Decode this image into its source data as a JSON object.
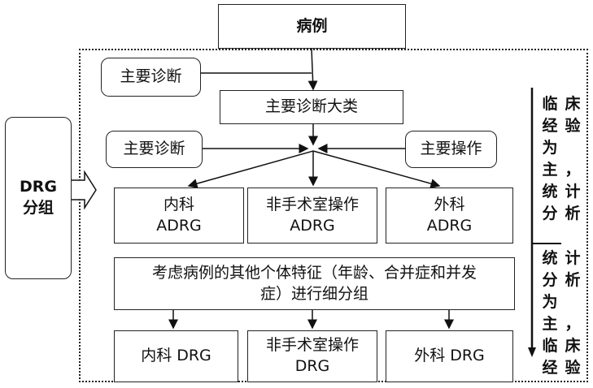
{
  "nodes": {
    "case": "病例",
    "drg_group": [
      "DRG",
      "分组"
    ],
    "main_diagnosis_top": "主要诊断",
    "mdc": "主要诊断大类",
    "main_diagnosis_mid": "主要诊断",
    "main_procedure": "主要操作",
    "adrg_medical": [
      "内科",
      "ADRG"
    ],
    "adrg_nonor": [
      "非手术室操作",
      "ADRG"
    ],
    "adrg_surgical": [
      "外科",
      "ADRG"
    ],
    "refine": [
      "考虑病例的其他个体特征（年龄、合并症和并发",
      "症）进行细分组"
    ],
    "drg_medical": "内科 DRG",
    "drg_nonor": [
      "非手术室操作",
      "DRG"
    ],
    "drg_surgical": "外科 DRG"
  },
  "side_labels": {
    "top": {
      "col1": [
        "临",
        "经",
        "为",
        "主",
        "统",
        "分"
      ],
      "col2": [
        "床",
        "验",
        "",
        "，",
        "计",
        "析"
      ]
    },
    "bottom": {
      "col1": [
        "统",
        "分",
        "为",
        "主",
        "临",
        "经"
      ],
      "col2": [
        "计",
        "析",
        "",
        "，",
        "床",
        "验"
      ]
    }
  }
}
